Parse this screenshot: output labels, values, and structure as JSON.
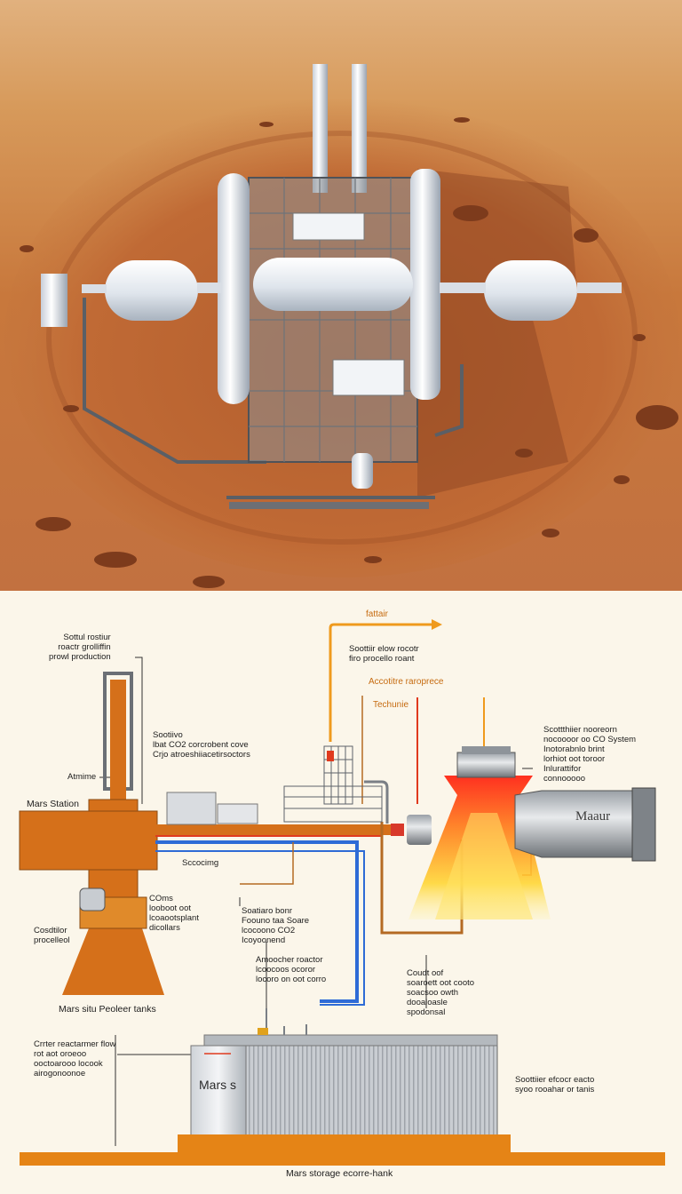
{
  "labels": {
    "top_arrow": "fattair",
    "left_reactor": "Sottul rostiur\nroactr grolliffin\nprowl production",
    "mid_flow": "Soottiir elow rocotr\nfiro procello roant",
    "accel": "Accotitre raroprece",
    "techulo": "Techunie",
    "co2": "Sootiivo\nlbat CO2 corcrobent cove\nCrjo atroeshiiacetirsoctors",
    "right_system": "Scottthiier nooreorn\nnocoooor oo CO System\nInotorabnlo brint\nlorhiot oot toroor\nInlurattifor\nconnooooo",
    "atmo": "Atmime",
    "mars_station": "Mars Station",
    "sccoing": "Sccocimg",
    "co2_lower": "COms\nlooboot oot\nlcoaootsplant\ndicollars",
    "fixture": "Soatiaro bonr\nFoouno taa Soare\nlcocoono CO2\nIcoyoonend",
    "catalyst": "Cosdtilor\nprocelleol",
    "atmo_reactor": "Amoocher roactor\nlcoocoos ocoror\nlocoro on oot corro",
    "cooled": "Coudt oof\nsoaroett oot cooto\nsoacsoo owth\ndooaloasle\nspodonsal",
    "mars_tanks": "Mars situ Peoleer tanks",
    "crater": "Crrter reactarmer flow\nrot aot oroeoo\nooctoarooo locook\nairogonoonoe",
    "right_storage": "Soottiier efcocr eacto\nsyoo rooahar or tanis",
    "tank_mars": "Mars s",
    "footer": "Mars storage ecorre-hank",
    "engine_brand": "Maaur"
  },
  "colors": {
    "sky_top": "#e2b483",
    "sand_mid": "#c97a3d",
    "sand_dark": "#a9532a",
    "steel": "#dfe4ea",
    "orange": "#d27311",
    "blue": "#2e6bd6",
    "red": "#e03a1e",
    "background": "#fbf6ea"
  }
}
